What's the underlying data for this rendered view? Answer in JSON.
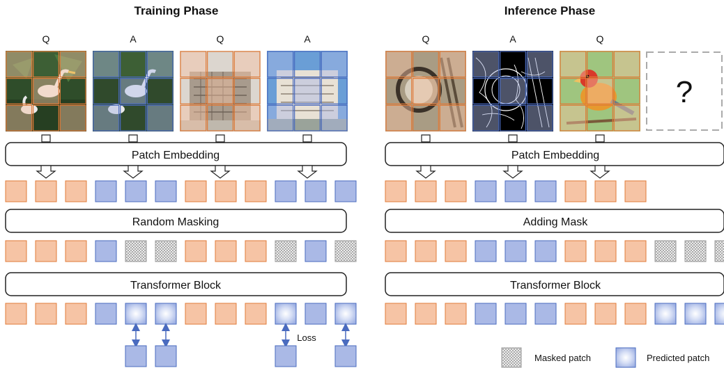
{
  "colors": {
    "query": "#f6c4a5",
    "query_border": "#e07b39",
    "answer": "#aab9e6",
    "answer_border": "#4a6bbf",
    "block_border": "#222222"
  },
  "training": {
    "title": "Training Phase",
    "image_labels": [
      "Q",
      "A",
      "Q",
      "A"
    ],
    "patch_embedding": "Patch Embedding",
    "random_masking": "Random Masking",
    "transformer_block": "Transformer Block",
    "loss_label": "Loss",
    "row1": [
      "q",
      "q",
      "q",
      "a",
      "a",
      "a",
      "q",
      "q",
      "q",
      "a",
      "a",
      "a"
    ],
    "row2": [
      "q",
      "q",
      "q",
      "a",
      "m",
      "m",
      "q",
      "q",
      "q",
      "m",
      "a",
      "m"
    ],
    "row3": [
      "q",
      "q",
      "q",
      "a",
      "p",
      "p",
      "q",
      "q",
      "q",
      "p",
      "a",
      "p"
    ]
  },
  "inference": {
    "title": "Inference Phase",
    "image_labels": [
      "Q",
      "A",
      "Q"
    ],
    "unknown_symbol": "?",
    "patch_embedding": "Patch Embedding",
    "adding_mask": "Adding Mask",
    "transformer_block": "Transformer Block",
    "row1": [
      "q",
      "q",
      "q",
      "a",
      "a",
      "a",
      "q",
      "q",
      "q"
    ],
    "row2": [
      "q",
      "q",
      "q",
      "a",
      "a",
      "a",
      "q",
      "q",
      "q",
      "m",
      "m",
      "m"
    ],
    "row3": [
      "q",
      "q",
      "q",
      "a",
      "a",
      "a",
      "q",
      "q",
      "q",
      "p",
      "p",
      "p"
    ]
  },
  "legend": {
    "masked_label": "Masked patch",
    "predicted_label": "Predicted patch"
  }
}
